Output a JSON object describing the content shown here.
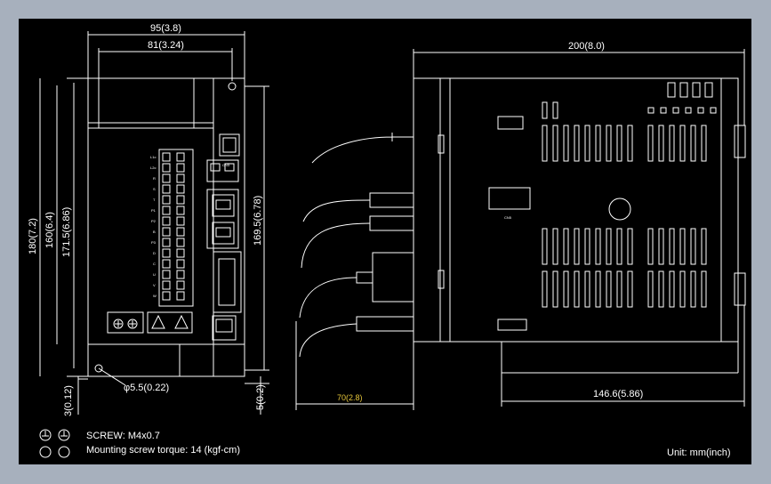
{
  "front": {
    "width_overall": "95(3.8)",
    "width_holes": "81(3.24)",
    "height_overall": "180(7.2)",
    "height_1": "160(6.4)",
    "height_2": "171.5(6.86)",
    "height_3": "169.5(6.78)",
    "bottom_left": "3(0.12)",
    "bottom_right": "5(0.2)",
    "hole_dia": "φ5.5(0.22)",
    "cn_label": "CN3",
    "terminal_labels": [
      "L1c",
      "L2c",
      "R",
      "S",
      "T",
      "P1",
      "P2",
      "B",
      "P3",
      "D",
      "C",
      "U",
      "V",
      "W"
    ]
  },
  "side": {
    "depth_overall": "200(8.0)",
    "connector_depth": "70(2.8)",
    "mount_depth": "146.6(5.86)",
    "cn_label": "CN5"
  },
  "notes": {
    "screw": "SCREW: M4x0.7",
    "torque": "Mounting screw torque: 14 (kgf-cm)",
    "unit": "Unit: mm(inch)"
  }
}
